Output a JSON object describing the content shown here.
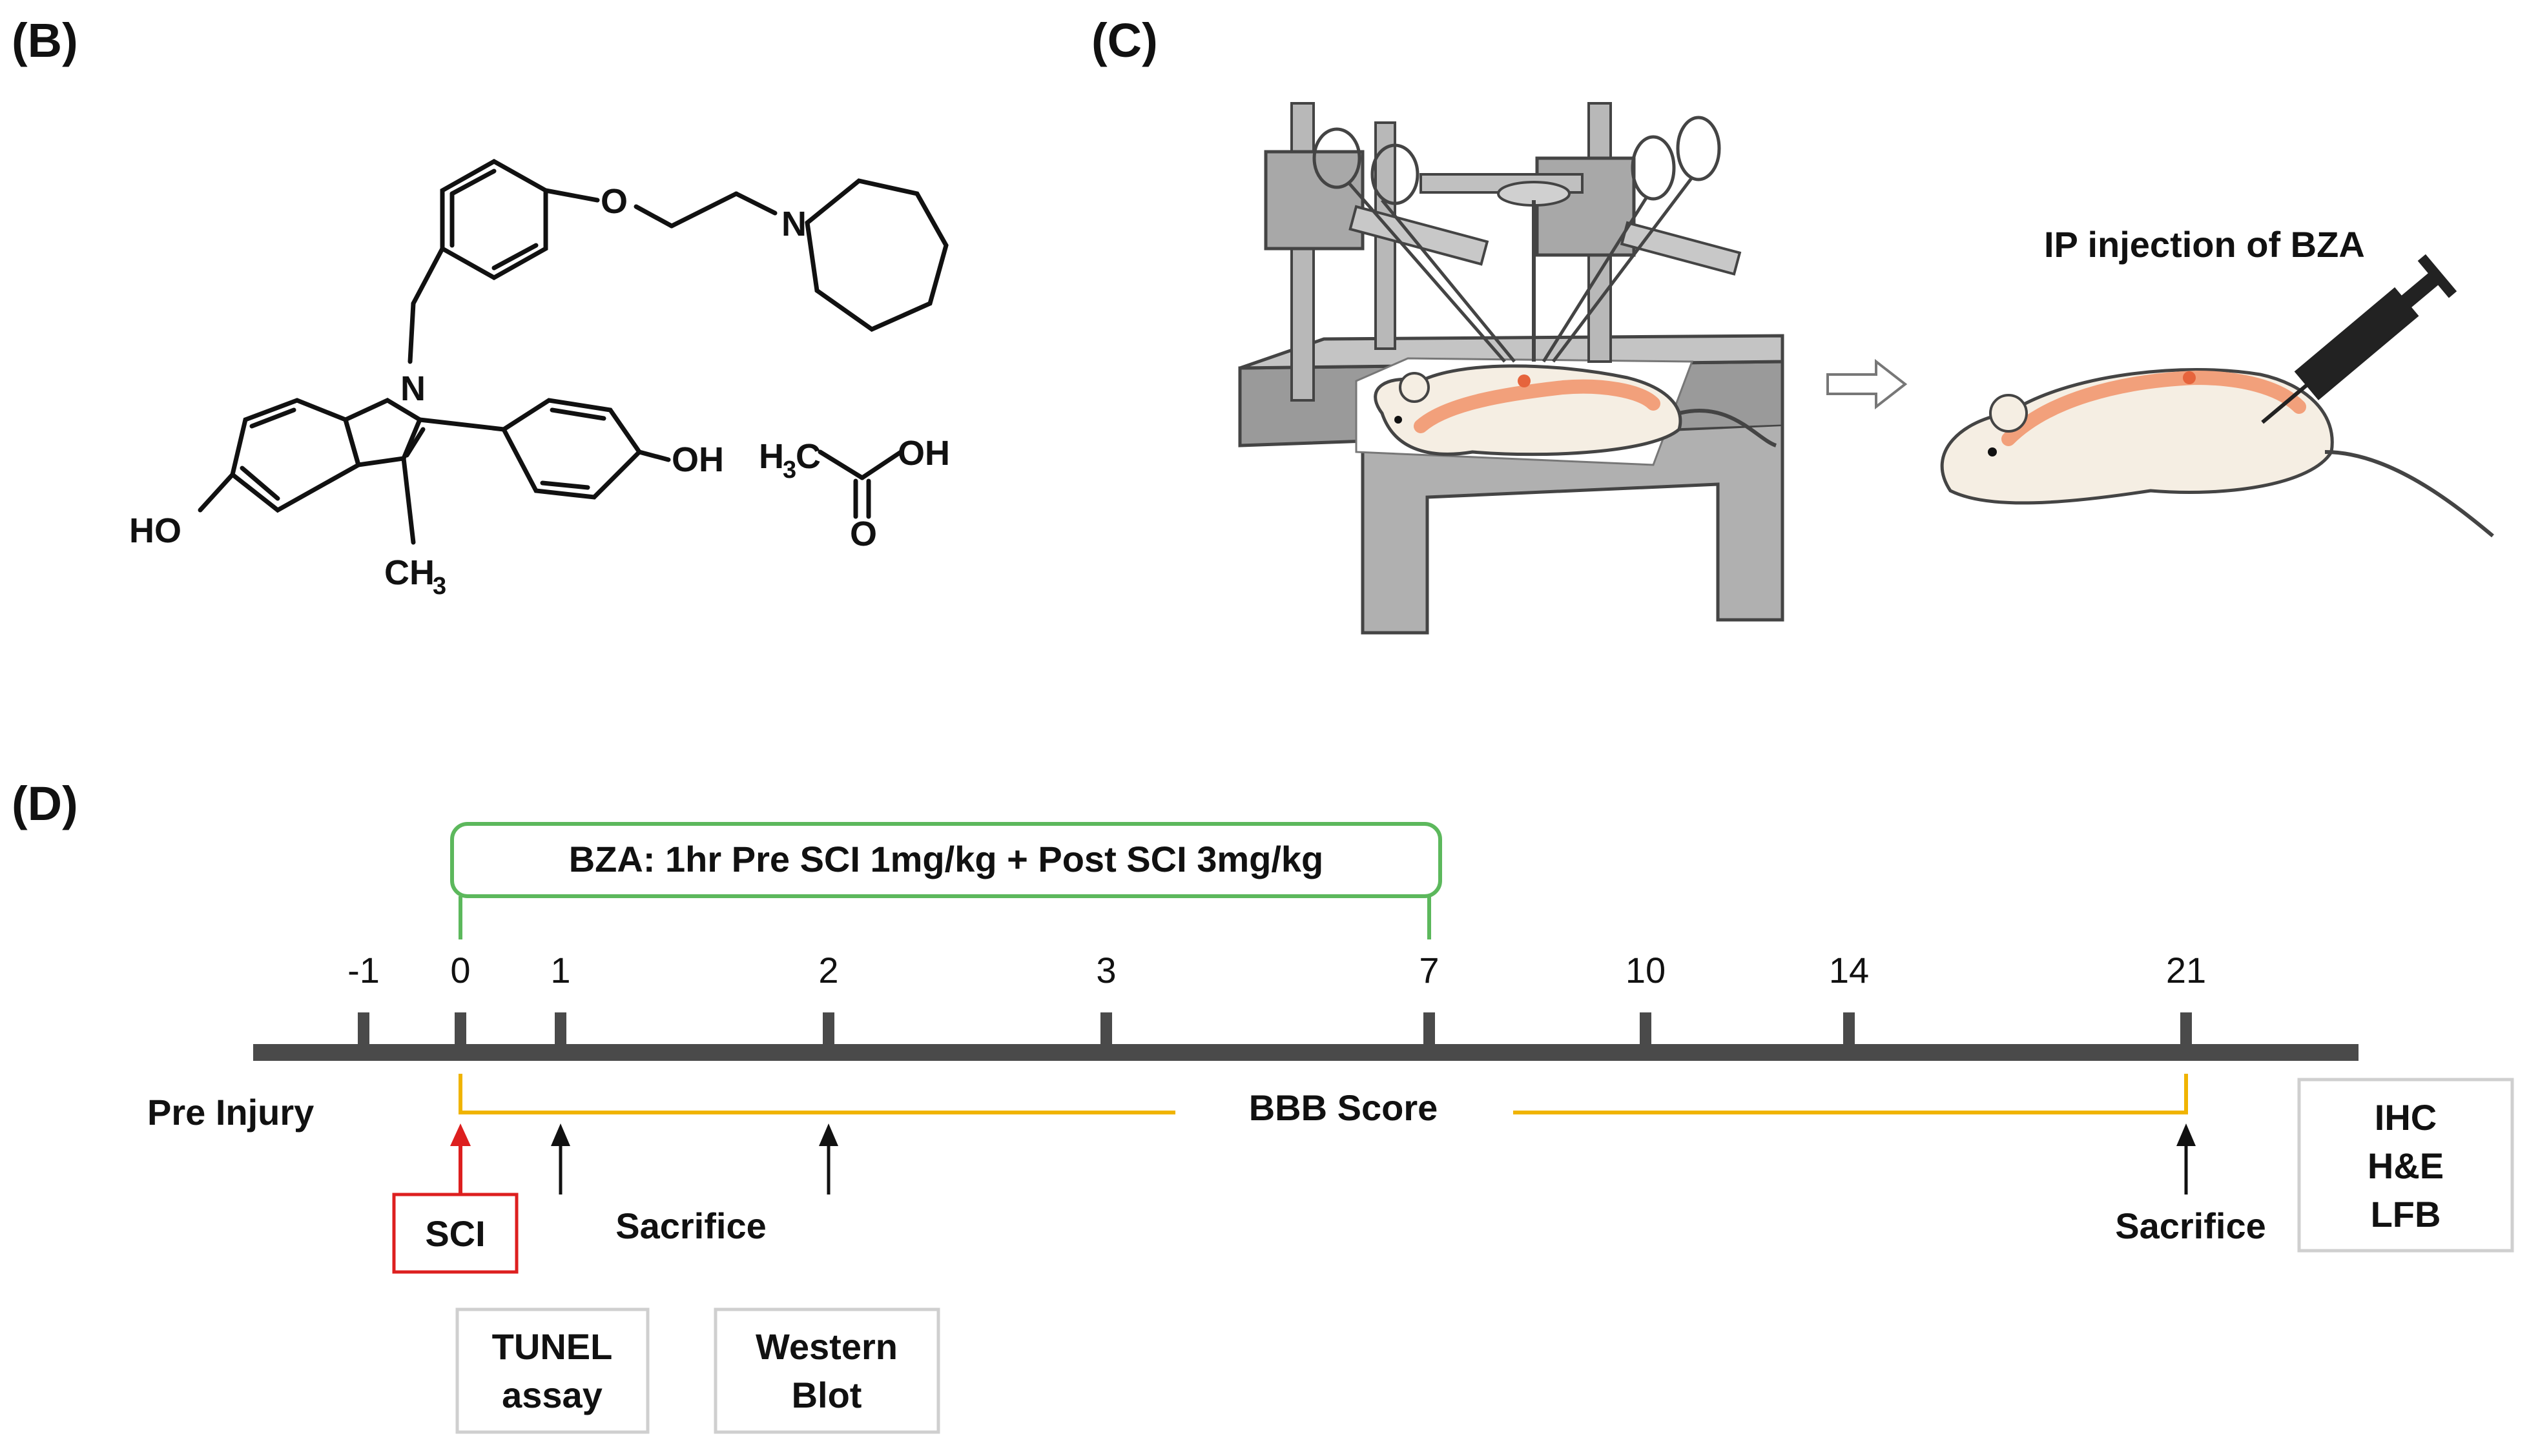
{
  "panels": {
    "b": "(B)",
    "c": "(C)",
    "d": "(D)"
  },
  "structure": {
    "atoms": {
      "o": "O",
      "n_ring": "N",
      "n_indole": "N",
      "oh_phenol": "OH",
      "ho": "HO",
      "ch3": "CH",
      "ch3_sub": "3"
    },
    "acetic_acid": {
      "h3c_h": "H",
      "h3c_sub": "3",
      "h3c_c": "C",
      "oh": "OH",
      "o": "O"
    }
  },
  "surgery": {
    "injection_label": "IP injection of BZA"
  },
  "timeline": {
    "treatment_label": "BZA: 1hr Pre SCI 1mg/kg + Post SCI 3mg/kg",
    "ticks": [
      "-1",
      "0",
      "1",
      "2",
      "3",
      "7",
      "10",
      "14",
      "21"
    ],
    "pre_injury": "Pre Injury",
    "bbb_score": "BBB Score",
    "sci": "SCI",
    "sacrifice_early": "Sacrifice",
    "sacrifice_late": "Sacrifice",
    "tunel": [
      "TUNEL",
      "assay"
    ],
    "western": [
      "Western",
      "Blot"
    ],
    "histology": [
      "IHC",
      "H&E",
      "LFB"
    ]
  },
  "colors": {
    "green": "#5cb85c",
    "yellow": "#f0b400",
    "red": "#dd1f1f",
    "axis": "#4a4a4a",
    "orange": "#f2a07b"
  }
}
